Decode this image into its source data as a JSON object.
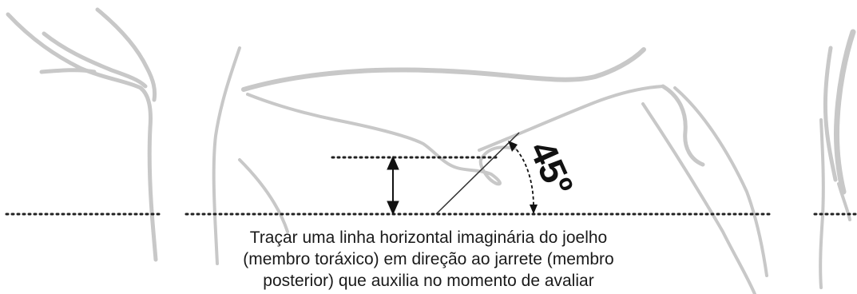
{
  "angle": {
    "label": "45º"
  },
  "caption": {
    "lines": [
      "Traçar uma linha horizontal imaginária do joelho",
      "(membro toráxico) em direção ao jarrete (membro",
      "posterior) que auxilia no momento de avaliar"
    ]
  },
  "colors": {
    "silhouette": "#c8c8c8",
    "guide_line": "#222222",
    "text": "#1a1a1a"
  }
}
